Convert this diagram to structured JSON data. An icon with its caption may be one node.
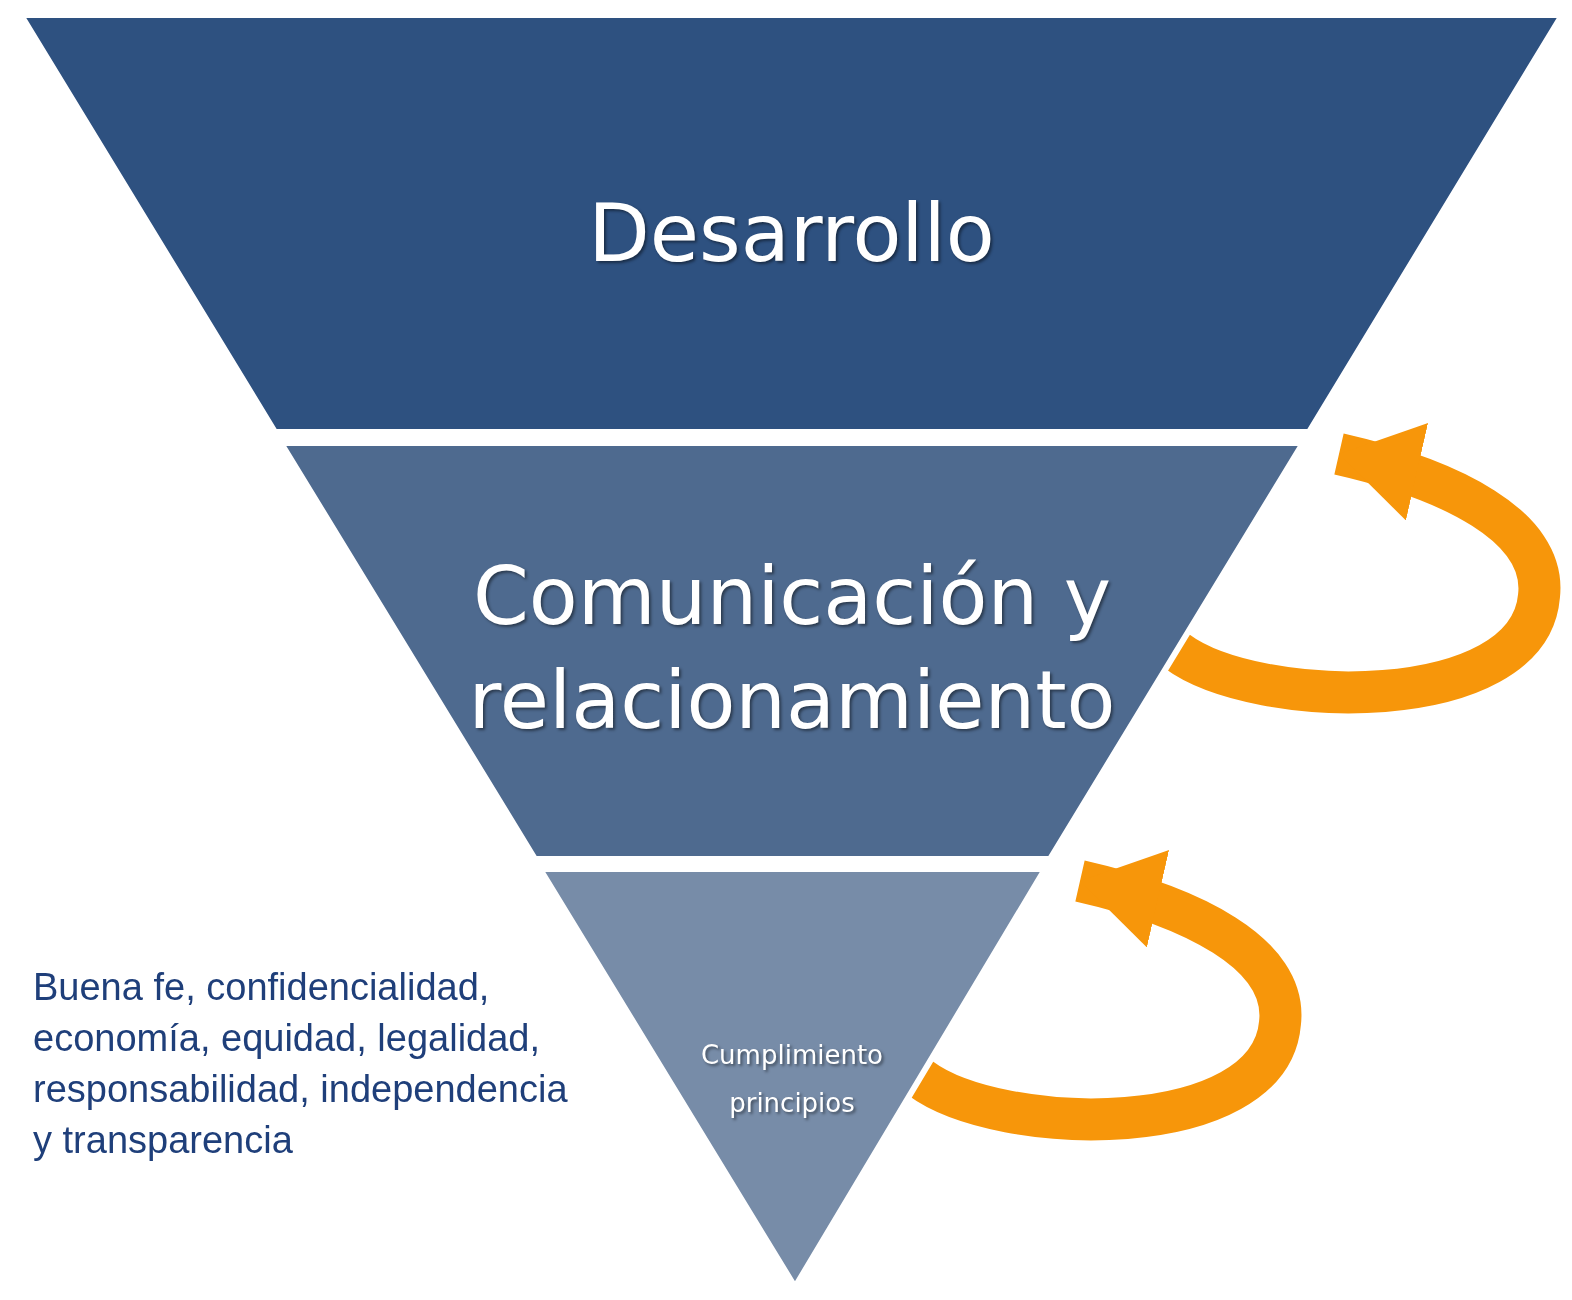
{
  "diagram": {
    "nodes": [
      {
        "text": [
          "Desarrollo"
        ]
      },
      {
        "text": [
          "Comunicación y relacionamiento"
        ]
      },
      {
        "text": [
          "Cumplimiento principios"
        ]
      }
    ],
    "edges": [
      {
        "from": 2,
        "to": 1,
        "arrow": "to"
      },
      {
        "from": 1,
        "to": 0,
        "arrow": "to"
      }
    ],
    "labels": [
      "Buena fe, confidencialidad, economía, equidad, legalidad, responsabilidad, independencia y transparencia"
    ]
  }
}
